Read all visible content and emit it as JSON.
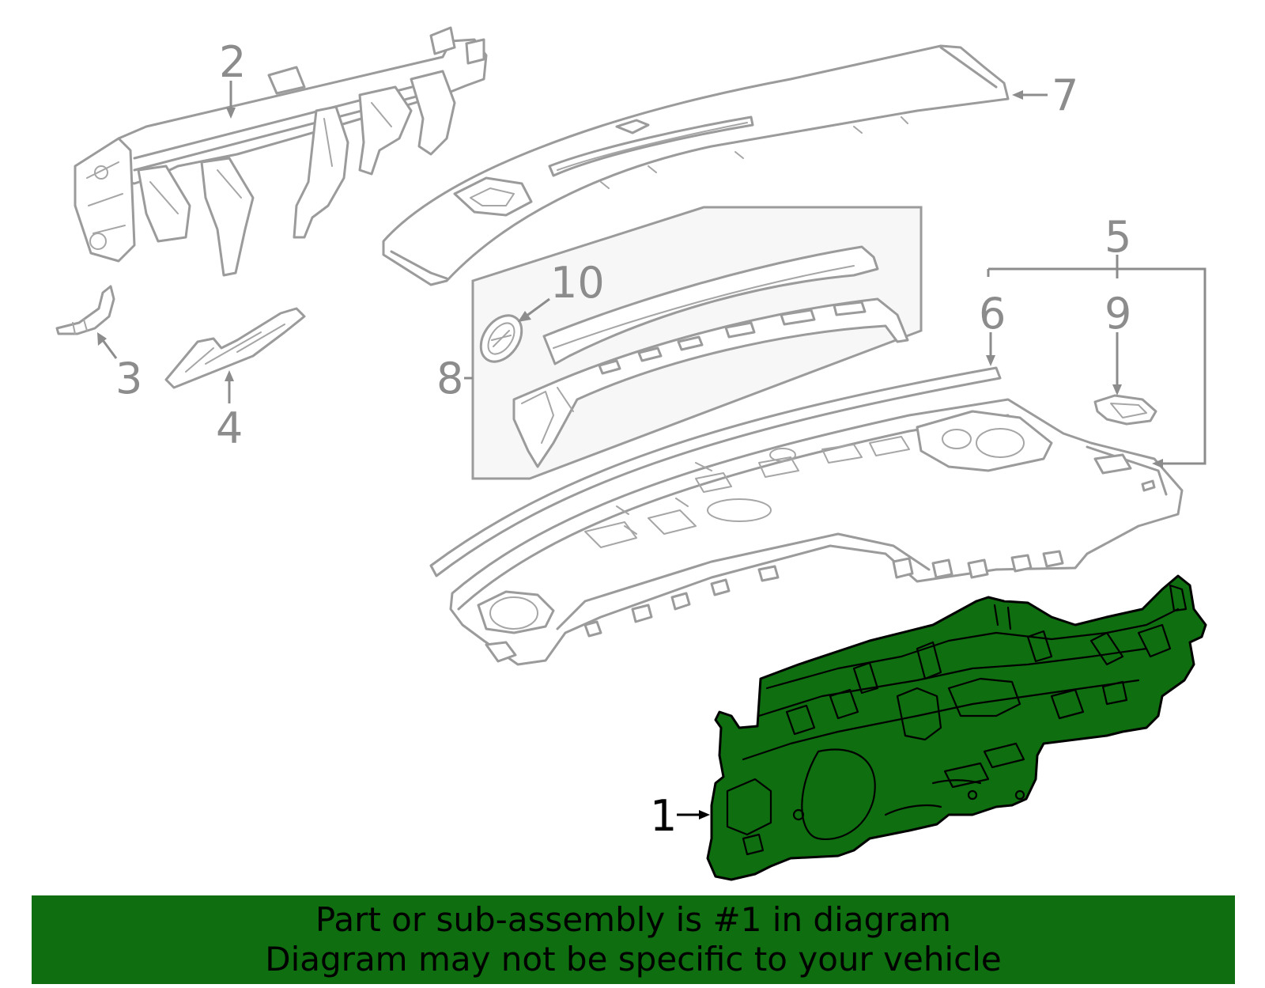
{
  "diagram": {
    "callouts": {
      "c1": "1",
      "c2": "2",
      "c3": "3",
      "c4": "4",
      "c5": "5",
      "c6": "6",
      "c7": "7",
      "c8": "8",
      "c9": "9",
      "c10": "10"
    },
    "highlight_color": "#0f6e0f",
    "line_color": "#9b9b9b"
  },
  "banner": {
    "line1": "Part or sub-assembly is #1 in diagram",
    "line2": "Diagram may not be specific to your vehicle"
  }
}
